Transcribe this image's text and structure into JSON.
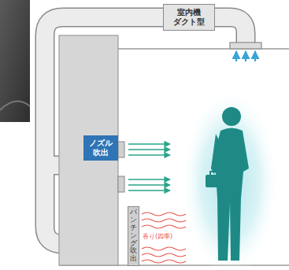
{
  "diagram": {
    "nodes": [
      {
        "text": [
          "室内機 ダクト型"
        ]
      },
      {
        "text": [
          "ノズル 吹出"
        ]
      },
      {
        "text": [
          "パンチング吹出"
        ]
      }
    ],
    "labels": [
      "香り(四季)"
    ]
  }
}
